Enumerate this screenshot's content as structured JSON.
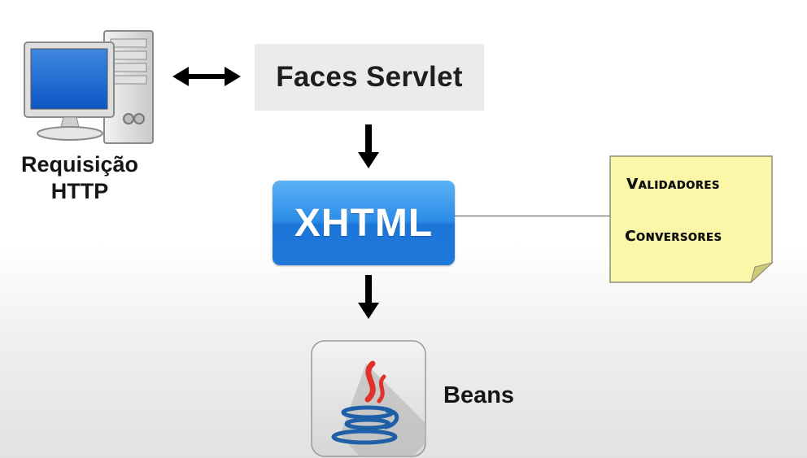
{
  "client": {
    "label": "Requisição HTTP",
    "icon": "desktop-computer-icon"
  },
  "servlet": {
    "label": "Faces Servlet"
  },
  "view": {
    "label": "XHTML",
    "color": "#2b8ce8"
  },
  "note": {
    "line1": "Validadores",
    "line2": "Conversores",
    "color": "#fbf7a8"
  },
  "beans": {
    "label": "Beans",
    "icon": "java-coffee-cup-icon"
  }
}
